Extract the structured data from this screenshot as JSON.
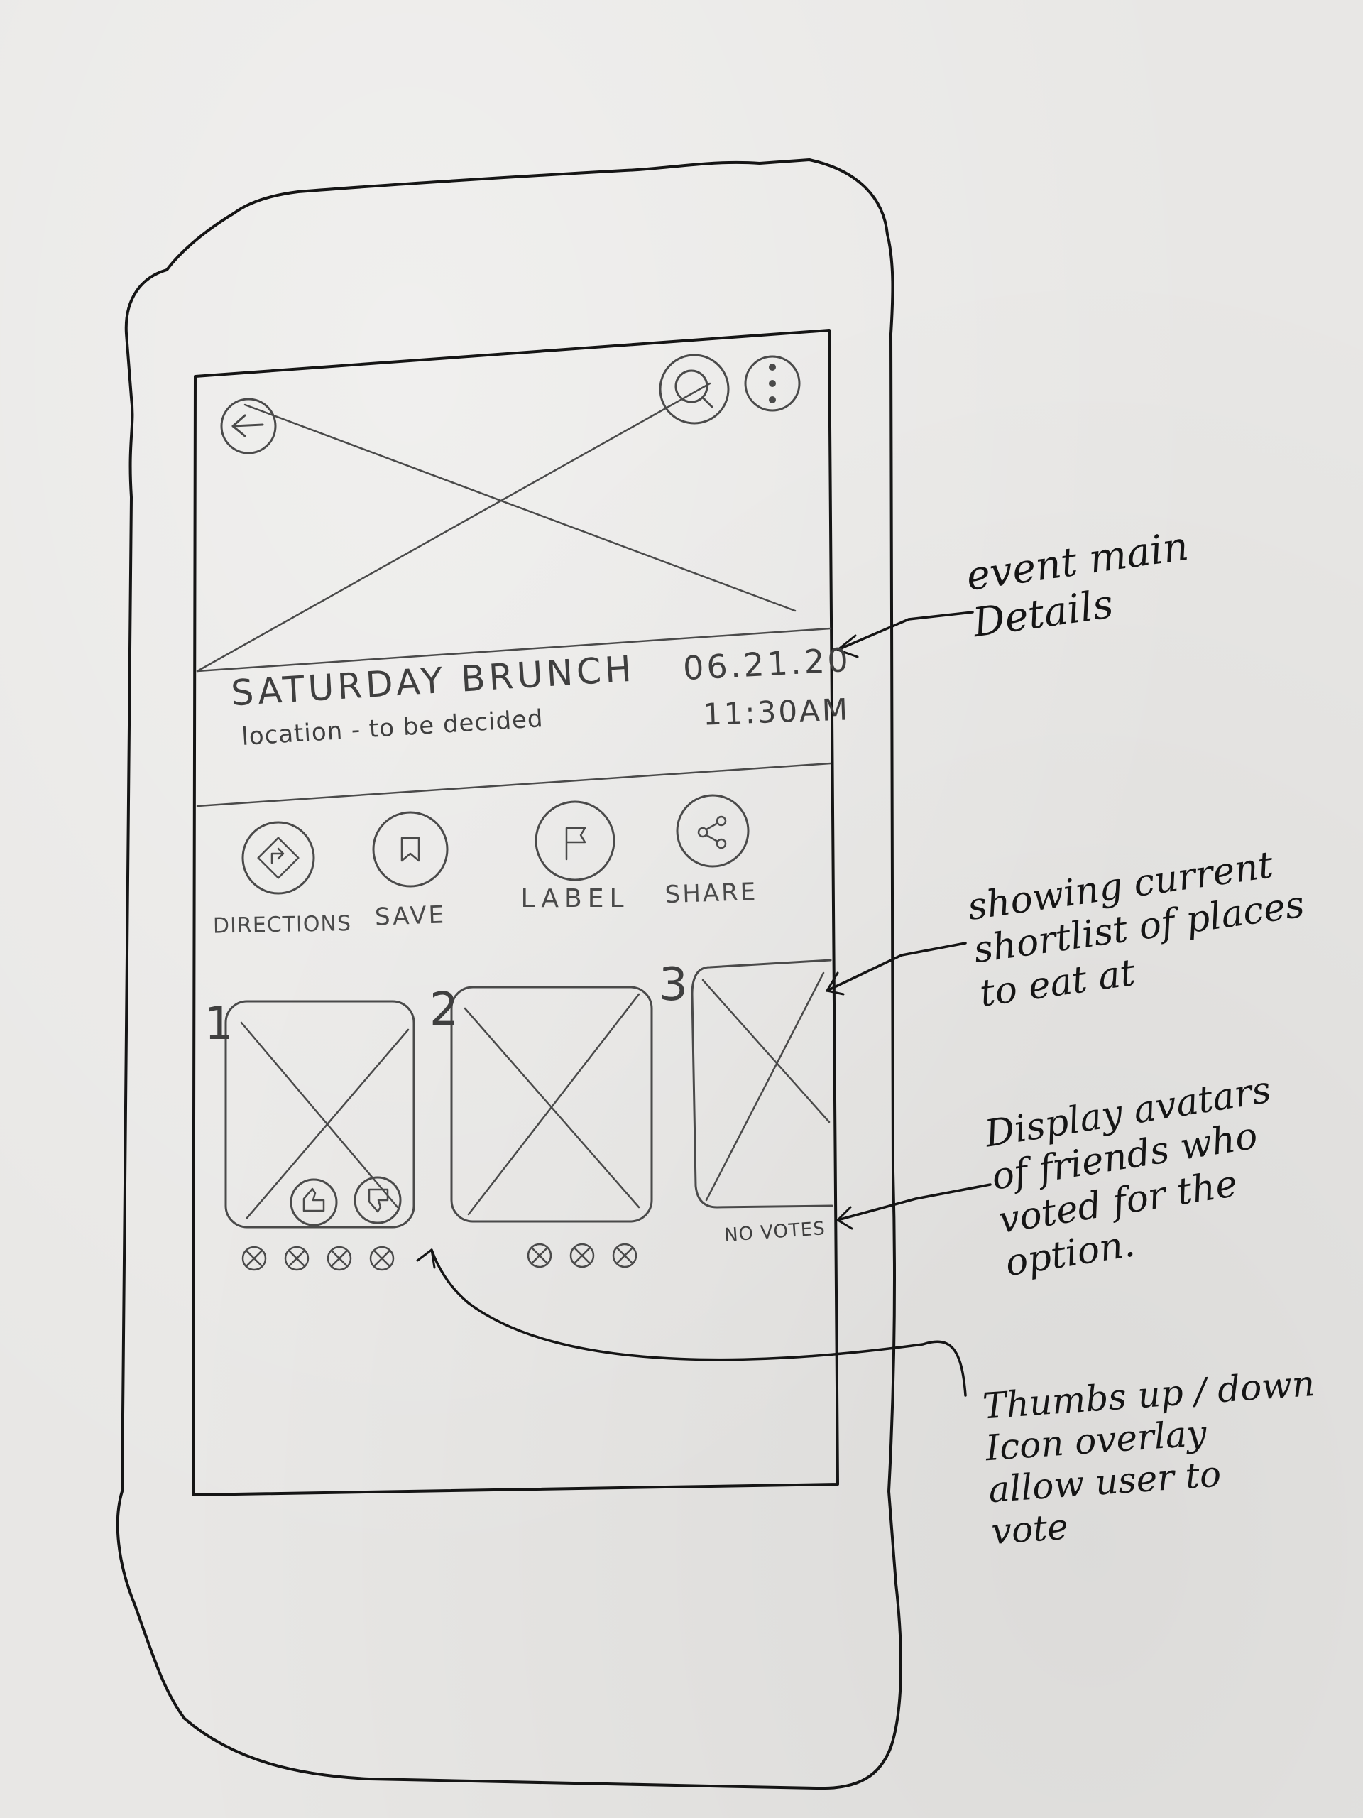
{
  "event": {
    "title": "SATURDAY BRUNCH",
    "location": "location - to be decided",
    "date": "06.21.20",
    "time": "11:30AM"
  },
  "header": {
    "back_icon": "back-arrow-icon",
    "search_icon": "search-icon",
    "more_icon": "more-vertical-icon"
  },
  "actions": [
    {
      "label": "DIRECTIONS",
      "icon": "directions-icon"
    },
    {
      "label": "SAVE",
      "icon": "bookmark-icon"
    },
    {
      "label": "LABEL",
      "icon": "flag-icon"
    },
    {
      "label": "SHARE",
      "icon": "share-icon"
    }
  ],
  "shortlist": [
    {
      "rank": "1",
      "voter_count": 4,
      "vote_icons": [
        "thumbs-up-icon",
        "thumbs-down-icon"
      ]
    },
    {
      "rank": "2",
      "voter_count": 3
    },
    {
      "rank": "3",
      "voter_count": 0,
      "status": "NO VOTES"
    }
  ],
  "annotations": {
    "event_details": "event main\nDetails",
    "shortlist": "showing current\nshortlist of places\nto eat at",
    "avatars": "Display avatars\nof friends who\nvoted for the\noption.",
    "voting": "Thumbs up / down\nIcon overlay\nallow user to\nvote"
  }
}
